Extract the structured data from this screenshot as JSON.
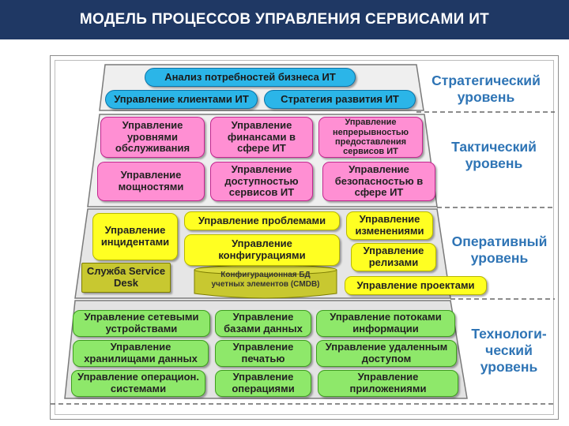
{
  "title": "МОДЕЛЬ ПРОЦЕССОВ УПРАВЛЕНИЯ СЕРВИСАМИ ИТ",
  "levels": {
    "strategic": "Стратегический уровень",
    "tactical": "Тактический уровень",
    "operational": "Оперативный уровень",
    "technological_1": "Технологи-",
    "technological_2": "ческий",
    "technological_3": "уровень"
  },
  "strategic": {
    "business_needs": "Анализ потребностей бизнеса ИТ",
    "clients": "Управление клиентами ИТ",
    "strategy": "Стратегия развития ИТ"
  },
  "tactical": {
    "service_levels": "Управление уровнями обслуживания",
    "finance": "Управление финансами в сфере ИТ",
    "continuity": "Управление непрерывностью предоставления сервисов ИТ",
    "capacity": "Управление мощностями",
    "availability": "Управление доступностью сервисов ИТ",
    "security": "Управление безопасностью в сфере ИТ"
  },
  "operational": {
    "incidents": "Управление инцидентами",
    "problems": "Управление проблемами",
    "changes": "Управление изменениями",
    "configurations": "Управление конфигурациями",
    "releases": "Управление релизами",
    "service_desk": "Служба Service Desk",
    "cmdb_1": "Конфигурационная БД",
    "cmdb_2": "учетных элементов (CMDB)",
    "projects": "Управление проектами"
  },
  "technological": {
    "network": "Управление сетевыми устройствами",
    "databases": "Управление базами данных",
    "info_flows": "Управление потоками информации",
    "storage": "Управление хранилищами данных",
    "printing": "Управление печатью",
    "remote_access": "Управление удаленным доступом",
    "os": "Управление операцион. системами",
    "operations": "Управление операциями",
    "applications": "Управление приложениями"
  }
}
